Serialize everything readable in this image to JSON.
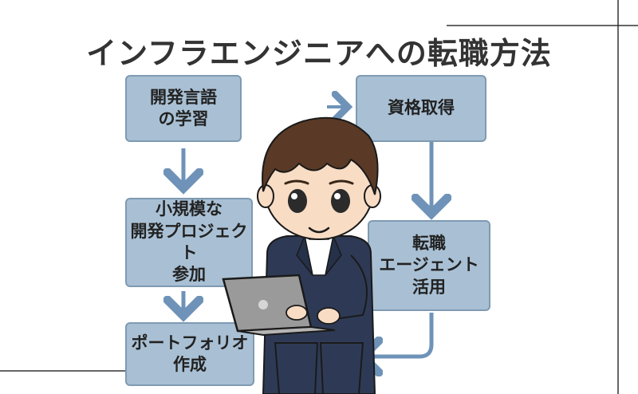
{
  "title": "インフラエンジニアへの転職方法",
  "steps": [
    {
      "id": "lang",
      "label": "開発言語\nの学習"
    },
    {
      "id": "small",
      "label": "小規模な\n開発プロジェクト\n参加"
    },
    {
      "id": "portfolio",
      "label": "ポートフォリオ\n作成"
    },
    {
      "id": "cert",
      "label": "資格取得"
    },
    {
      "id": "agent",
      "label": "転職\nエージェント\n活用"
    }
  ],
  "colors": {
    "box_fill": "#a9c0d4",
    "box_border": "#7f9ab2",
    "arrow": "#6f93b8",
    "title": "#333333"
  },
  "icons": {
    "character": "business-person-with-laptop-illustration"
  }
}
